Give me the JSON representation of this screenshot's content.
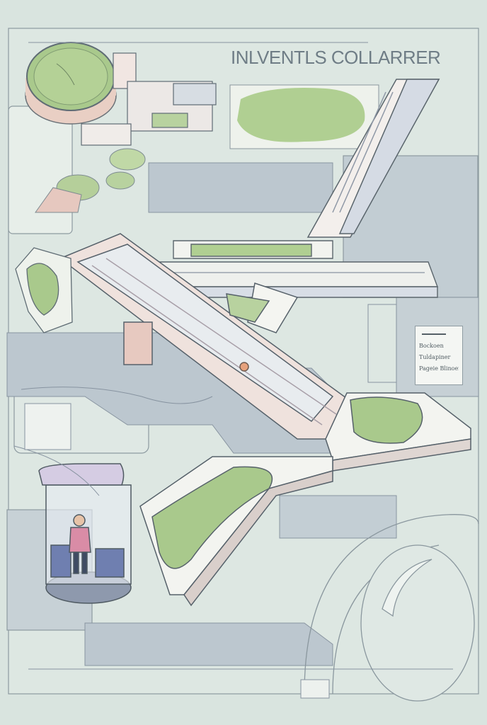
{
  "title": "INLVENTLS COLLARRER",
  "legend": {
    "lines": [
      "Bockoen",
      "Tuldapiner",
      "Pageie Blinoer"
    ]
  },
  "colors": {
    "background": "#d9e4df",
    "zone_fill": "#e7eee9",
    "paving": "#b8c4cc",
    "grass": "#a9c98c",
    "ink": "#5f6c74",
    "accent_pink": "#d98ca6",
    "accent_blue": "#6f7fb0"
  }
}
